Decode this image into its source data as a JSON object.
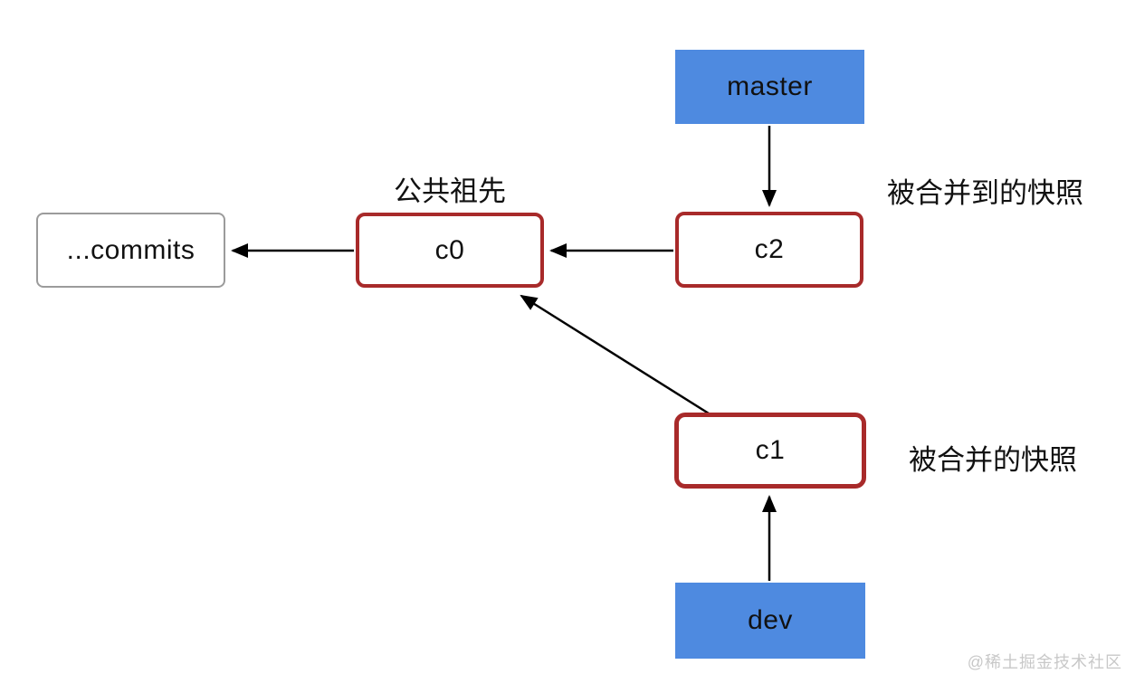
{
  "diagram": {
    "branch_nodes": {
      "master": "master",
      "dev": "dev"
    },
    "commit_nodes": {
      "c0": "c0",
      "c1": "c1",
      "c2": "c2"
    },
    "history_node": "...commits",
    "labels": {
      "common_ancestor": "公共祖先",
      "merged_into_snapshot": "被合并到的快照",
      "merged_snapshot": "被合并的快照"
    },
    "edges": [
      {
        "from": "master",
        "to": "c2",
        "style": "arrow"
      },
      {
        "from": "c2",
        "to": "c0",
        "style": "arrow"
      },
      {
        "from": "c0",
        "to": "...commits",
        "style": "arrow"
      },
      {
        "from": "c1",
        "to": "c0",
        "style": "arrow"
      },
      {
        "from": "dev",
        "to": "c1",
        "style": "arrow"
      }
    ],
    "colors": {
      "branch_fill": "#4e8ae0",
      "commit_border": "#a82a2a",
      "history_border": "#9b9b9b",
      "arrow": "#000000",
      "watermark": "#c8c8c8"
    }
  },
  "watermark": "@稀土掘金技术社区"
}
